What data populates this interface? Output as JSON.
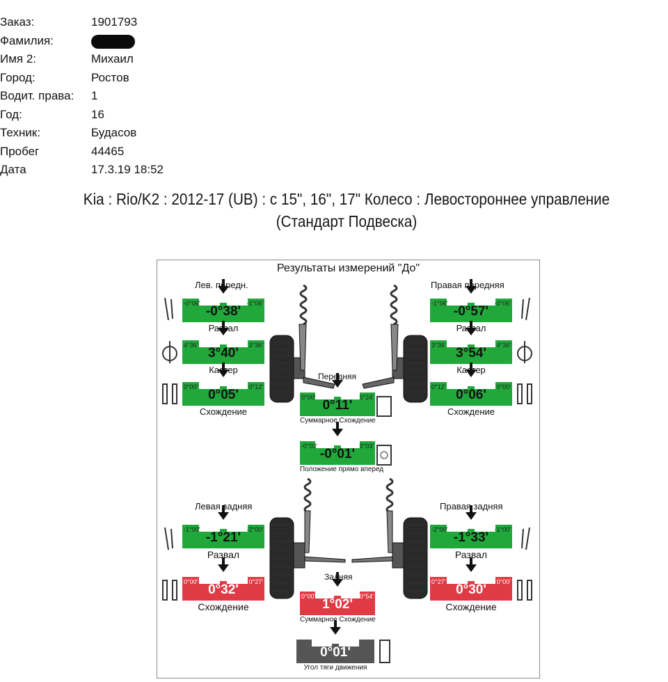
{
  "info": {
    "rows": [
      {
        "label": "Заказ:",
        "value": "1901793"
      },
      {
        "label": "Фамилия:",
        "value": ""
      },
      {
        "label": "Имя 2:",
        "value": "Михаил"
      },
      {
        "label": "Город:",
        "value": "Ростов"
      },
      {
        "label": "Водит. права:",
        "value": "1"
      },
      {
        "label": "Год:",
        "value": "16"
      },
      {
        "label": "Техник:",
        "value": "Будасов"
      },
      {
        "label": "Пробег",
        "value": "44465"
      },
      {
        "label": "Дата",
        "value": "17.3.19 18:52"
      }
    ]
  },
  "vehicle": {
    "line1": "Kia : Rio/K2 : 2012-17 (UB) : c 15\", 16\", 17\" Колесо : Левостороннее управление",
    "line2": "(Стандарт Подвеска)"
  },
  "results": {
    "title": "Результаты измерений \"До\"",
    "front_left_title": "Лев. передн.",
    "front_right_title": "Правая передняя",
    "front_title": "Передняя",
    "rear_left_title": "Левая задняя",
    "rear_right_title": "Правая задняя",
    "rear_title": "Задняя",
    "fl_camber": {
      "min": "-0°06'",
      "max": "-1°06'",
      "value": "-0°38'",
      "label": "Развал"
    },
    "fl_caster": {
      "min": "4°36'",
      "max": "3°36'",
      "value": "3°40'",
      "label": "Кастер"
    },
    "fl_toe": {
      "min": "0°00'",
      "max": "0°12'",
      "value": "0°05'",
      "label": "Схождение"
    },
    "fr_camber": {
      "min": "-1°06'",
      "max": "-0°06'",
      "value": "-0°57'",
      "label": "Развал"
    },
    "fr_caster": {
      "min": "3°36'",
      "max": "4°36'",
      "value": "3°54'",
      "label": "Кастер"
    },
    "fr_toe": {
      "min": "0°12'",
      "max": "0°00'",
      "value": "0°06'",
      "label": "Схождение"
    },
    "front_total_toe": {
      "min": "0°00'",
      "max": "0°24'",
      "value": "0°11'",
      "label": "Суммарное Схождение"
    },
    "steering": {
      "min": "-0°03'",
      "max": "0°03'",
      "value": "-0°01'",
      "label": "Положение прямо вперед"
    },
    "rl_camber": {
      "min": "-1°00'",
      "max": "-2°00'",
      "value": "-1°21'",
      "label": "Развал"
    },
    "rl_toe": {
      "min": "0°00'",
      "max": "0°27'",
      "value": "0°32'",
      "label": "Схождение"
    },
    "rr_camber": {
      "min": "-2°00'",
      "max": "-1°00'",
      "value": "-1°33'",
      "label": "Развал"
    },
    "rr_toe": {
      "min": "0°27'",
      "max": "0°00'",
      "value": "0°30'",
      "label": "Схождение"
    },
    "rear_total_toe": {
      "min": "0°00'",
      "max": "0°54'",
      "value": "1°02'",
      "label": "Суммарное Схождение"
    },
    "thrust": {
      "value": "0°01'",
      "label": "Угол тяги движения"
    }
  },
  "colors": {
    "in_spec": "#20a83a",
    "out_of_spec": "#e03a44",
    "neutral": "#555555"
  }
}
